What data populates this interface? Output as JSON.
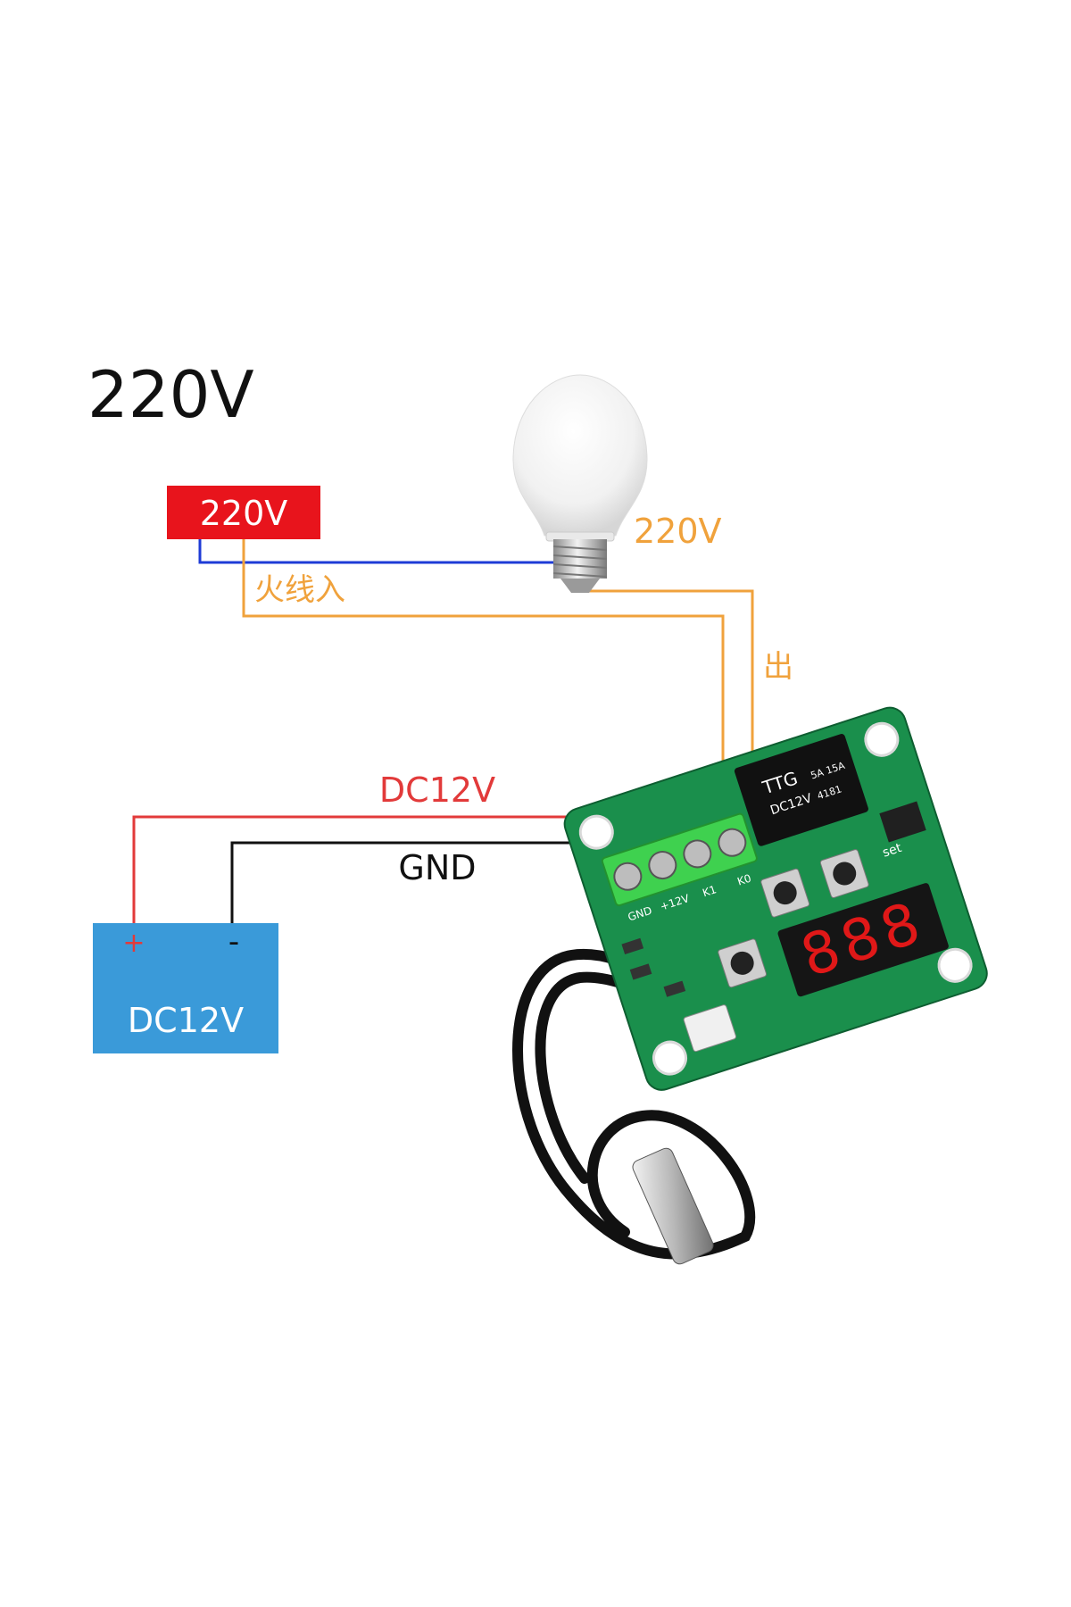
{
  "heading": "220V",
  "mains_box": {
    "label": "220V",
    "color": "#e8141c"
  },
  "lamp_label": "220V",
  "live_in_label": "火线入",
  "out_label": "出",
  "dc_wire_label": "DC12V",
  "gnd_wire_label": "GND",
  "battery": {
    "label": "DC12V",
    "plus": "+",
    "minus": "-",
    "color": "#3a9ad9"
  },
  "board": {
    "relay_brand": "TTG",
    "relay_model": "DC12V",
    "relay_spec_1": "5A 15A",
    "relay_spec_2": "4181",
    "terminal_labels": [
      "GND",
      "+12V",
      "K1",
      "K0"
    ],
    "set_label": "set",
    "display_digits": "888"
  },
  "colors": {
    "neutral_wire": "#1e3bd6",
    "live_wire": "#f0a23c",
    "dc_wire": "#e23a3a",
    "gnd_wire": "#111111",
    "pcb": "#1a8f4c",
    "terminal": "#3fd14f",
    "led": "#e01818"
  },
  "icons": {
    "bulb": "light-bulb-icon",
    "probe": "temperature-probe-icon"
  }
}
